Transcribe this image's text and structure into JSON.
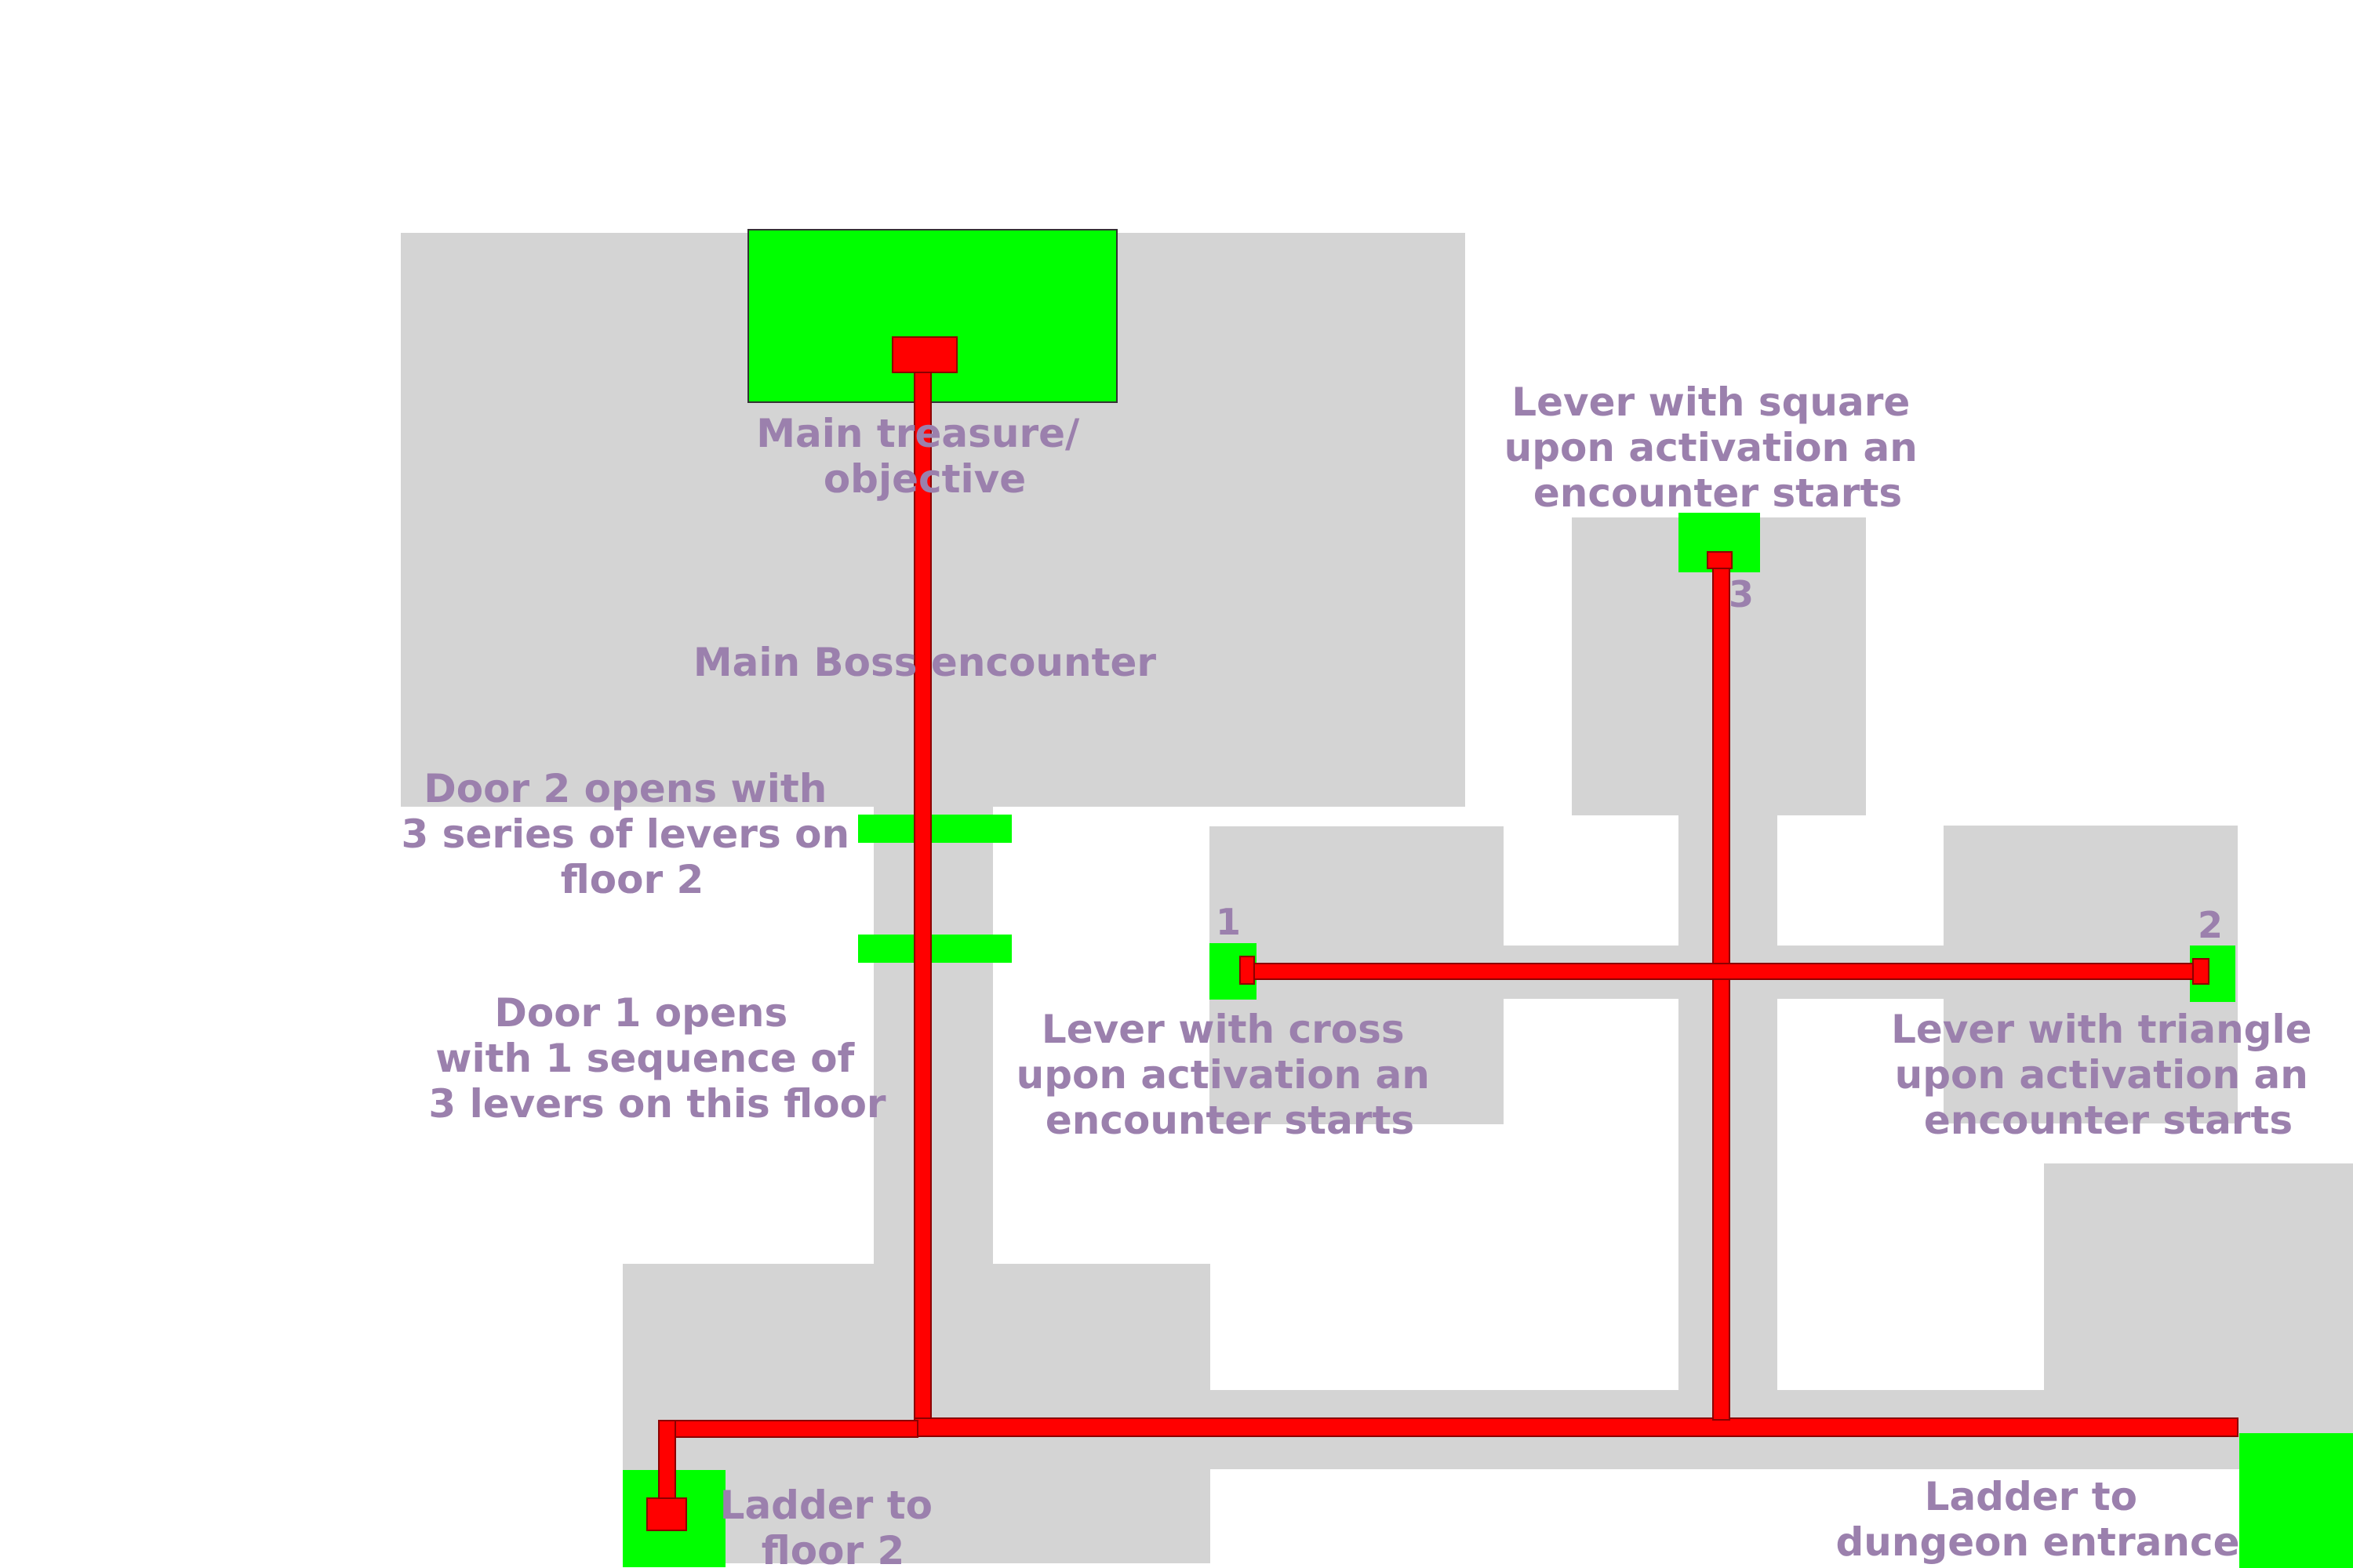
{
  "labels": {
    "main_treasure": [
      "Main treasure/",
      "objective"
    ],
    "boss": "Main Boss encounter",
    "lever_square": [
      "Lever with square",
      "upon activation an",
      "encounter starts"
    ],
    "door2": [
      "Door 2 opens with",
      "3 series of levers on",
      "floor 2"
    ],
    "door1": [
      "Door 1 opens",
      "with 1 sequence of",
      "3 levers on this floor"
    ],
    "lever_cross": [
      "Lever with cross",
      "upon activation an",
      "encounter starts"
    ],
    "lever_triangle": [
      "Lever with triangle",
      "upon activation an",
      "encounter starts"
    ],
    "ladder_floor2": [
      "Ladder to",
      "floor 2"
    ],
    "ladder_entrance": [
      "Ladder to",
      "dungeon entrance"
    ]
  },
  "lever_numbers": {
    "cross": "1",
    "triangle": "2",
    "square": "3"
  },
  "colors": {
    "room": "#d4d4d4",
    "marker": "#00ff00",
    "path": "#ff0000",
    "path_outline": "#8b0000",
    "label": "#9b80ad"
  }
}
